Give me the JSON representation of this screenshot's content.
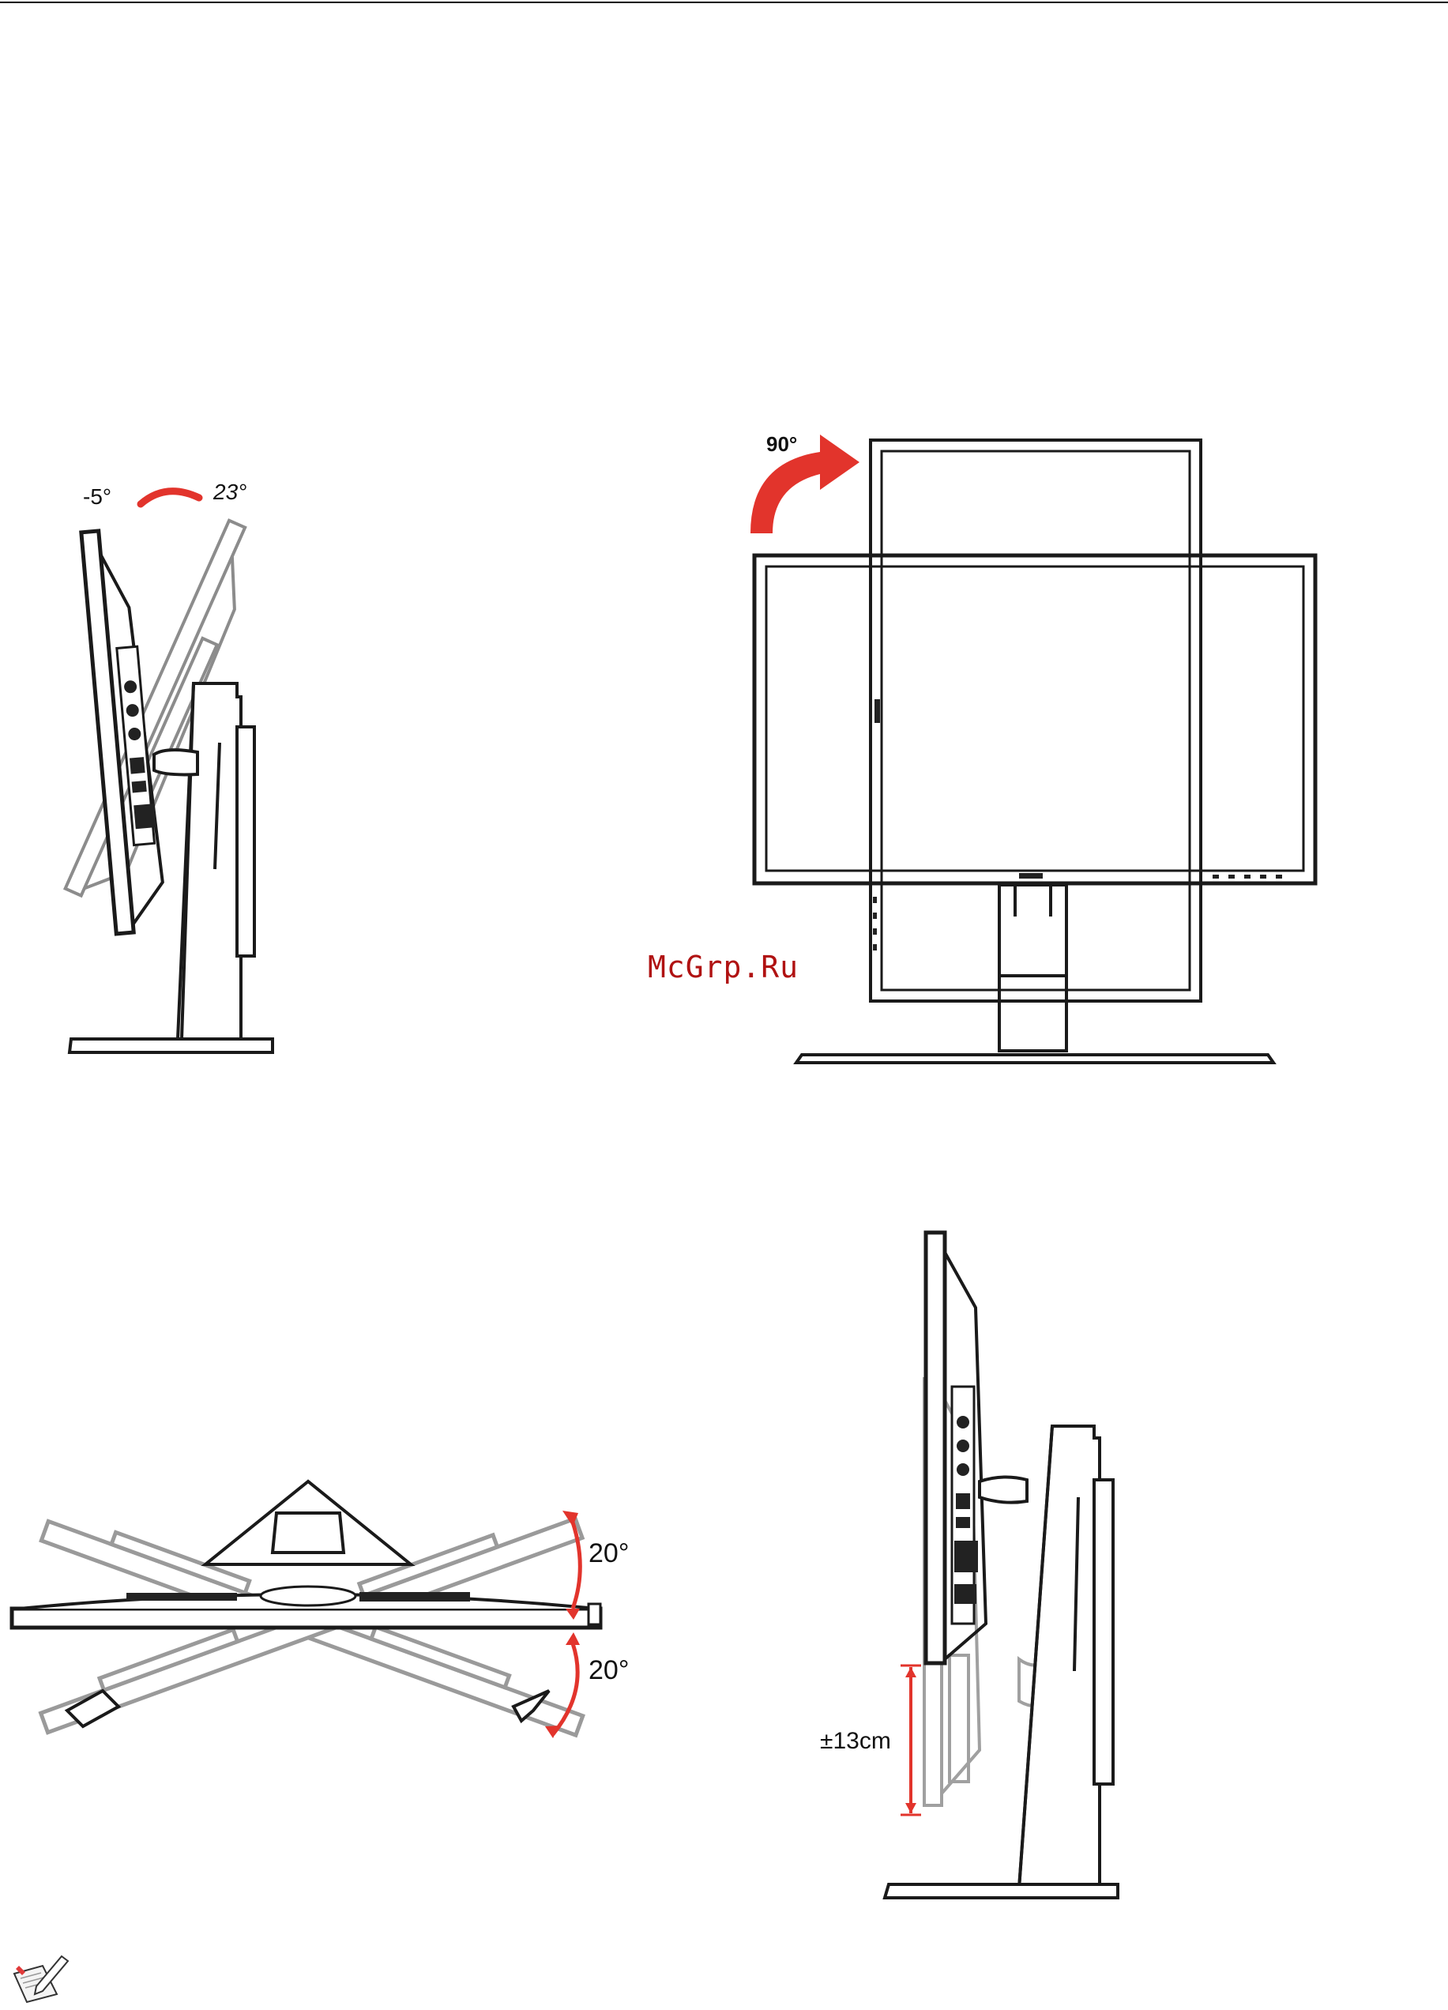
{
  "watermark": "McGrp.Ru",
  "colors": {
    "line": "#1a1a1a",
    "ghost": "#9a9a9a",
    "arrow": "#e2342c",
    "watermark": "#b01212"
  },
  "figures": {
    "tilt": {
      "left_label": "-5°",
      "right_label": "23°"
    },
    "pivot": {
      "label": "90°"
    },
    "swivel": {
      "upper_label": "20°",
      "lower_label": "20°"
    },
    "height": {
      "label": "±13cm"
    }
  },
  "icons": {
    "note": "note-pencil-icon"
  }
}
